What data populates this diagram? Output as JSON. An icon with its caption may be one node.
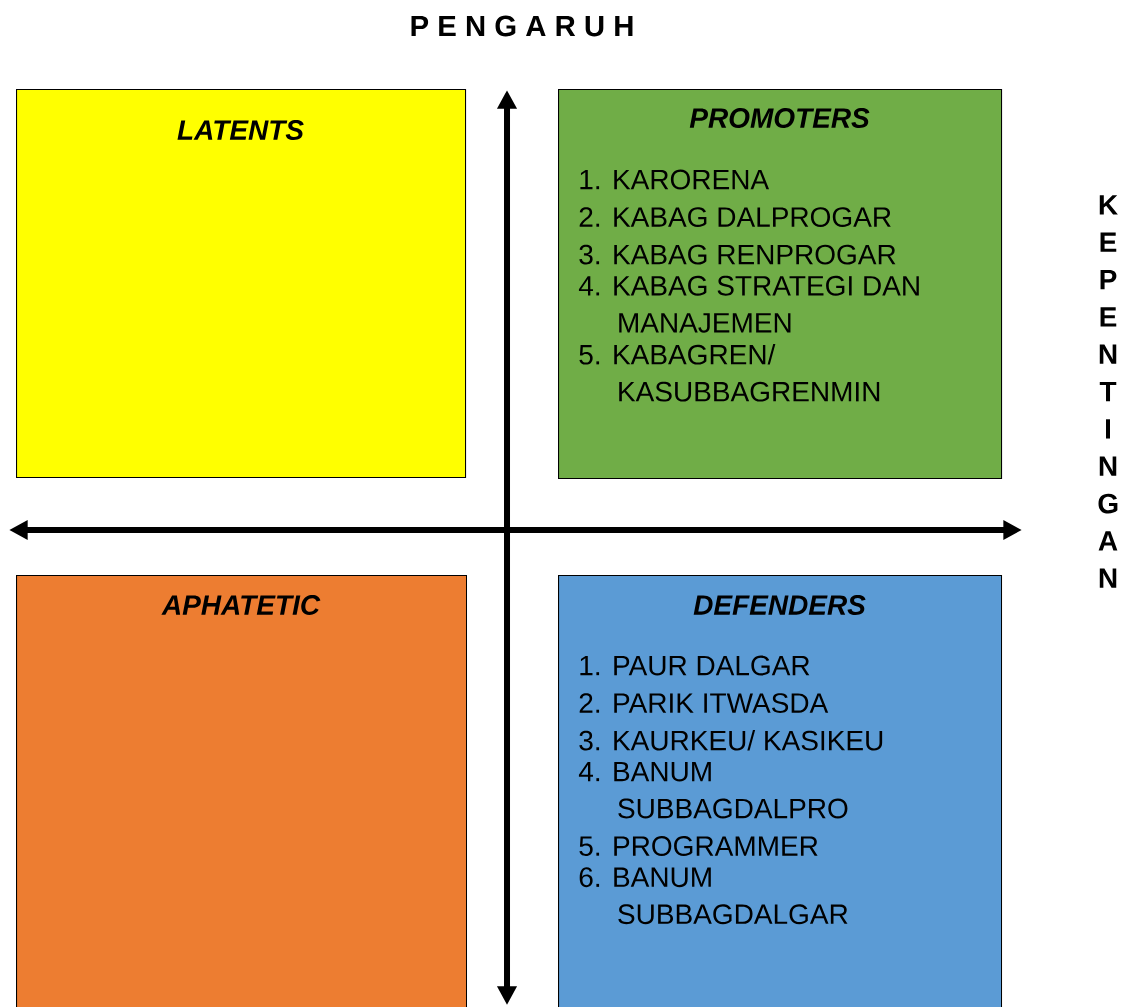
{
  "diagram": {
    "title": "P E N G A R U H",
    "nodes": [
      {
        "text": [
          "LATENTS"
        ]
      },
      {
        "text": [
          "PROMOTERS",
          "1. KARORENA",
          "2. KABAG DALPROGAR",
          "3. KABAG RENPROGAR",
          "4. KABAG STRATEGI DAN MANAJEMEN",
          "5. KABAGREN/ KASUBBAGRENMIN"
        ]
      },
      {
        "text": [
          "APHATETIC"
        ]
      },
      {
        "text": [
          "DEFENDERS",
          "1. PAUR DALGAR",
          "2. PARIK ITWASDA",
          "3. KAURKEU/ KASIKEU",
          "4. BANUM SUBBAGDALPRO",
          "5. PROGRAMMER",
          "6. BANUM SUBBAGDALGAR"
        ]
      }
    ],
    "labels": [
      "K E P E N T I N G A N"
    ]
  }
}
